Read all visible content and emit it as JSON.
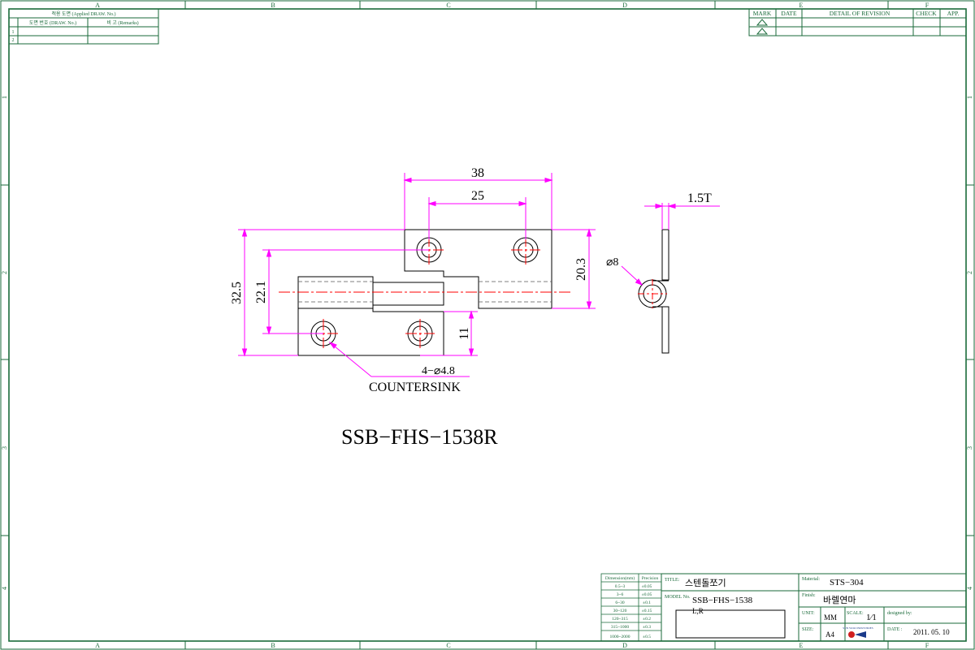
{
  "colors": {
    "frame": "#1a6a3a",
    "dimension": "#ff00ff",
    "centerline": "#ff0000",
    "hidden": "#555555",
    "outline": "#000000"
  },
  "frame": {
    "col_labels": [
      "A",
      "B",
      "C",
      "D",
      "E",
      "F"
    ],
    "row_labels": [
      "1",
      "2",
      "3",
      "4"
    ]
  },
  "applied_drawing": {
    "header": "적용 도면 (Applied DRAW. No.)",
    "col1": "도면 번호 (DRAW. No.)",
    "col2": "비 고 (Remarks)",
    "rows": [
      "1",
      "2"
    ]
  },
  "revision": {
    "headers": [
      "MARK",
      "DATE",
      "DETAIL OF REVISION",
      "CHECK",
      "APP."
    ]
  },
  "drawing": {
    "dim_overall_width": "38",
    "dim_hole_pitch": "25",
    "dim_thickness": "1.5T",
    "dim_overall_height": "32.5",
    "dim_hole_center_span": "22.1",
    "dim_leaf_height": "20.3",
    "dim_lower_hole": "11",
    "dim_pin_dia": "⌀8",
    "hole_note": "4−⌀4.8",
    "countersink_note": "COUNTERSINK",
    "part_number": "SSB−FHS−1538R"
  },
  "tolerance_table": {
    "headers": [
      "Dimension(mm)",
      "Precision"
    ],
    "rows": [
      [
        "0.5~3",
        "±0.05"
      ],
      [
        "3~6",
        "±0.05"
      ],
      [
        "6~30",
        "±0.1"
      ],
      [
        "30~120",
        "±0.15"
      ],
      [
        "120~315",
        "±0.2"
      ],
      [
        "315~1000",
        "±0.3"
      ],
      [
        "1000~2000",
        "±0.5"
      ]
    ]
  },
  "title_block": {
    "title_label": "TITLE:",
    "title_value": "스텐돌쪼기",
    "model_label": "MODEL No.",
    "model_value": "SSB−FHS−1538",
    "model_sub": "L,R",
    "material_label": "Material:",
    "material_value": "STS−304",
    "finish_label": "Finish:",
    "finish_value": "바렐연마",
    "unit_label": "UNIT:",
    "unit_value": "MM",
    "scale_label": "SCALE:",
    "scale_value": "1⁄1",
    "designed_label": "designed by:",
    "size_label": "SIZE:",
    "size_value": "A4",
    "date_label": "DATE :",
    "date_value": "2011. 05. 10",
    "logo_text": "SUN WOO INDUSTRIES"
  }
}
